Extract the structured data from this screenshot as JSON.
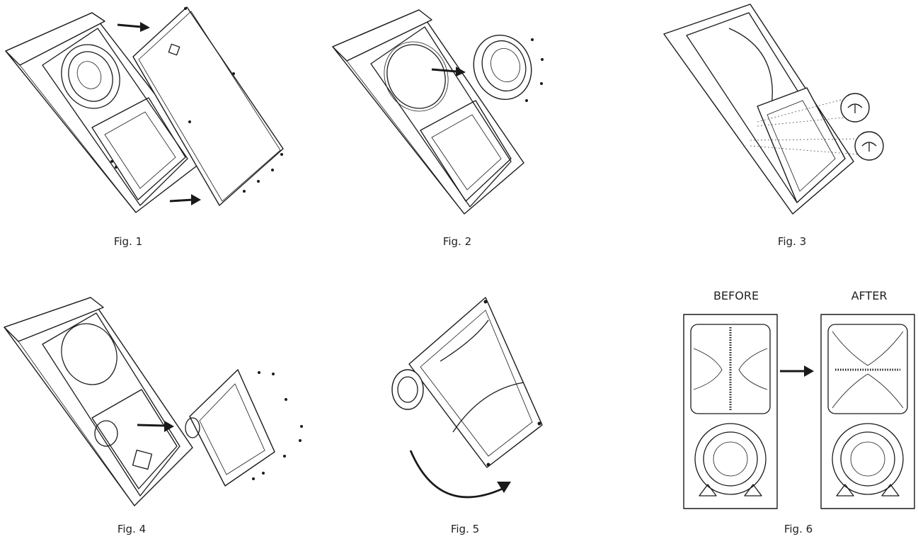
{
  "figures": [
    {
      "id": "fig1",
      "caption": "Fig. 1"
    },
    {
      "id": "fig2",
      "caption": "Fig. 2"
    },
    {
      "id": "fig3",
      "caption": "Fig. 3"
    },
    {
      "id": "fig4",
      "caption": "Fig. 4"
    },
    {
      "id": "fig5",
      "caption": "Fig. 5"
    },
    {
      "id": "fig6",
      "caption": "Fig. 6"
    }
  ],
  "fig6": {
    "before_label": "BEFORE",
    "after_label": "AFTER"
  },
  "colors": {
    "line": "#1a1a1a",
    "background": "#ffffff"
  }
}
